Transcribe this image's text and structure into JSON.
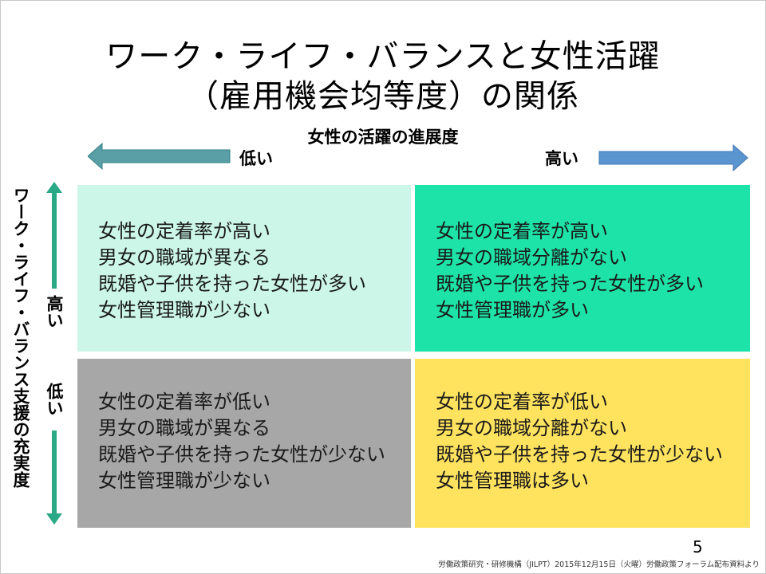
{
  "title": {
    "line1": "ワーク・ライフ・バランスと女性活躍",
    "line2": "（雇用機会均等度）の関係"
  },
  "x_axis": {
    "title": "女性の活躍の進展度",
    "low": "低い",
    "high": "高い"
  },
  "y_axis": {
    "title": "ワーク・ライフ・バランス支援の充実度",
    "high": "高い",
    "low": "低い"
  },
  "quadrants": {
    "top_left": {
      "color": "#ccf6e8",
      "lines": [
        "女性の定着率が高い",
        "男女の職域が異なる",
        "既婚や子供を持った女性が多い",
        "女性管理職が少ない"
      ]
    },
    "top_right": {
      "color": "#1ee3a8",
      "lines": [
        "女性の定着率が高い",
        "男女の職域分離がない",
        "既婚や子供を持った女性が多い",
        "女性管理職が多い"
      ]
    },
    "bottom_left": {
      "color": "#a7a7a7",
      "lines": [
        "女性の定着率が低い",
        "男女の職域が異なる",
        "既婚や子供を持った女性が少ない",
        "女性管理職が少ない"
      ]
    },
    "bottom_right": {
      "color": "#ffe35f",
      "lines": [
        "女性の定着率が低い",
        "男女の職域分離がない",
        "既婚や子供を持った女性が少ない",
        "女性管理職は多い"
      ]
    }
  },
  "colors": {
    "left_arrow": "#5a9fa6",
    "right_arrow": "#5b95cf",
    "vertical_arrows": "#2aa987"
  },
  "page_number": "5",
  "footer": "労働政策研究・研修機構（JILPT）2015年12月15日（火曜）労働政策フォーラム配布資料より"
}
